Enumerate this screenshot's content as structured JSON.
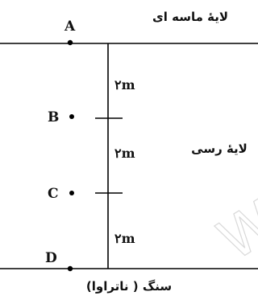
{
  "layers": {
    "top": "لایهٔ ماسه ای",
    "middle": "لایهٔ رسی",
    "bottom": "سنگ ( ناتراوا)"
  },
  "points": [
    "A",
    "B",
    "C",
    "D"
  ],
  "spacings": [
    "۲m",
    "۲m",
    "۲m"
  ],
  "watermark": "W"
}
